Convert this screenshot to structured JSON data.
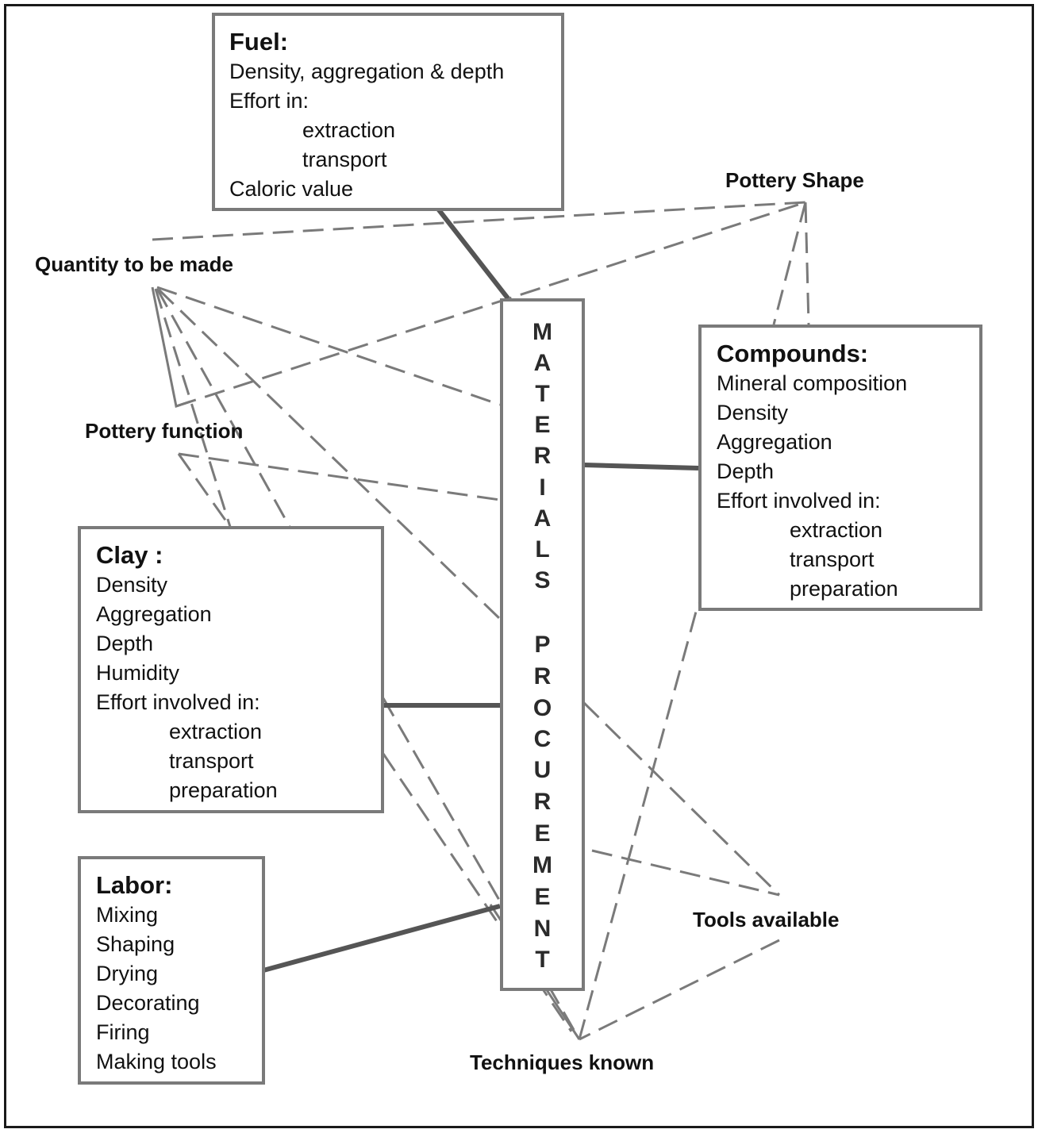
{
  "title": "Materials Procurement",
  "central": {
    "label": "MATERIALS PROCUREMENT",
    "letters": [
      "M",
      "A",
      "T",
      "E",
      "R",
      "I",
      "A",
      "L",
      "S",
      "P",
      "R",
      "O",
      "C",
      "U",
      "R",
      "E",
      "M",
      "E",
      "N",
      "T"
    ]
  },
  "boxes": {
    "fuel": {
      "title": "Fuel:",
      "lines": [
        "Density, aggregation & depth",
        "Effort in:",
        "extraction",
        "transport",
        "Caloric value"
      ]
    },
    "compounds": {
      "title": "Compounds:",
      "lines": [
        "Mineral composition",
        "Density",
        "Aggregation",
        "Depth",
        "Effort involved in:",
        "extraction",
        "transport",
        "preparation"
      ]
    },
    "clay": {
      "title": "Clay :",
      "lines": [
        "Density",
        "Aggregation",
        "Depth",
        "Humidity",
        "Effort involved in:",
        "extraction",
        "transport",
        "preparation"
      ]
    },
    "labor": {
      "title": "Labor:",
      "lines": [
        "Mixing",
        "Shaping",
        "Drying",
        "Decorating",
        "Firing",
        "Making tools"
      ]
    }
  },
  "factors": {
    "quantity": "Quantity to be made",
    "function": "Pottery function",
    "shape": "Pottery Shape",
    "tools": "Tools available",
    "techniques": "Techniques known"
  },
  "connections": {
    "solid": [
      {
        "from": "fuel",
        "to": "central"
      },
      {
        "from": "compounds",
        "to": "central"
      },
      {
        "from": "clay",
        "to": "central"
      },
      {
        "from": "labor",
        "to": "central"
      }
    ],
    "dashed": [
      {
        "from": "quantity",
        "to": "shape"
      },
      {
        "from": "quantity",
        "to": "function"
      },
      {
        "from": "quantity",
        "to": "central"
      },
      {
        "from": "quantity",
        "to": "clay"
      },
      {
        "from": "quantity",
        "to": "techniques"
      },
      {
        "from": "function",
        "to": "shape"
      },
      {
        "from": "function",
        "to": "central"
      },
      {
        "from": "function",
        "to": "clay"
      },
      {
        "from": "shape",
        "to": "compounds"
      },
      {
        "from": "tools",
        "to": "central"
      },
      {
        "from": "tools",
        "to": "techniques"
      },
      {
        "from": "techniques",
        "to": "compounds"
      },
      {
        "from": "techniques",
        "to": "clay"
      }
    ]
  },
  "colors": {
    "box_border": "#7a7a7a",
    "solid_link": "#555555",
    "dashed_link": "#7a7a7a",
    "frame": "#1a1a1a"
  }
}
